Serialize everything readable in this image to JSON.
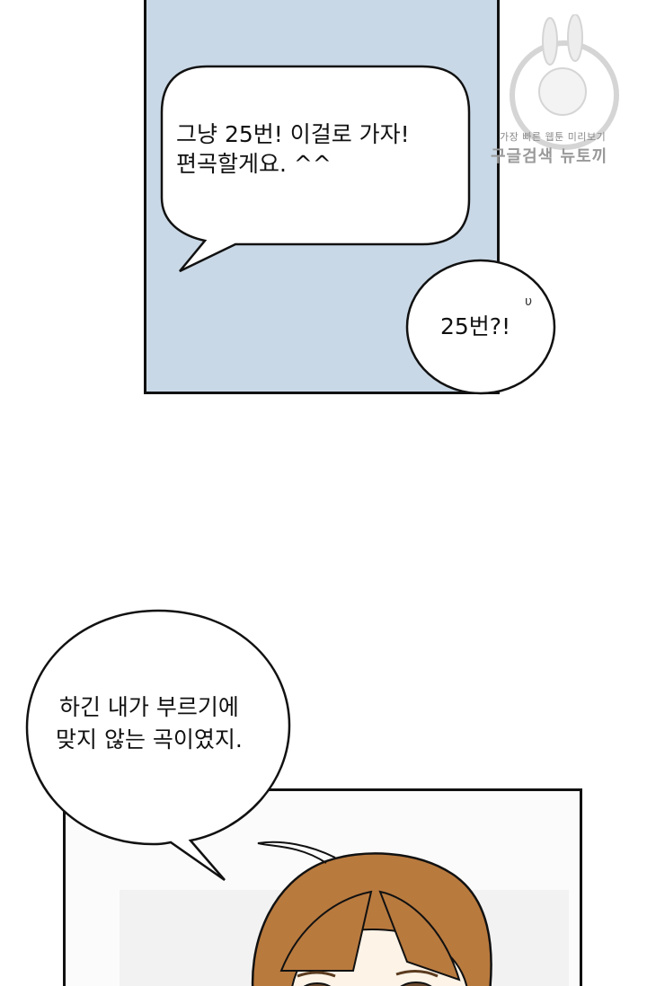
{
  "panels": {
    "top": {
      "bubble_main_lines": [
        "그냥 25번! 이걸로 가자!",
        "편곡할게요. ^^"
      ],
      "bubble_small": "25번?!",
      "sound_effect": "υ"
    },
    "bottom": {
      "bubble_lines": [
        "하긴 내가 부르기에",
        "맞지 않는 곡이였지."
      ]
    }
  },
  "watermark": {
    "line1": "가장 빠른 웹툰 미리보기",
    "line2": "구글검색 뉴토끼"
  },
  "colors": {
    "panel_blue": "#c9d8e6",
    "hair": "#b97a3e",
    "outline": "#111111"
  }
}
